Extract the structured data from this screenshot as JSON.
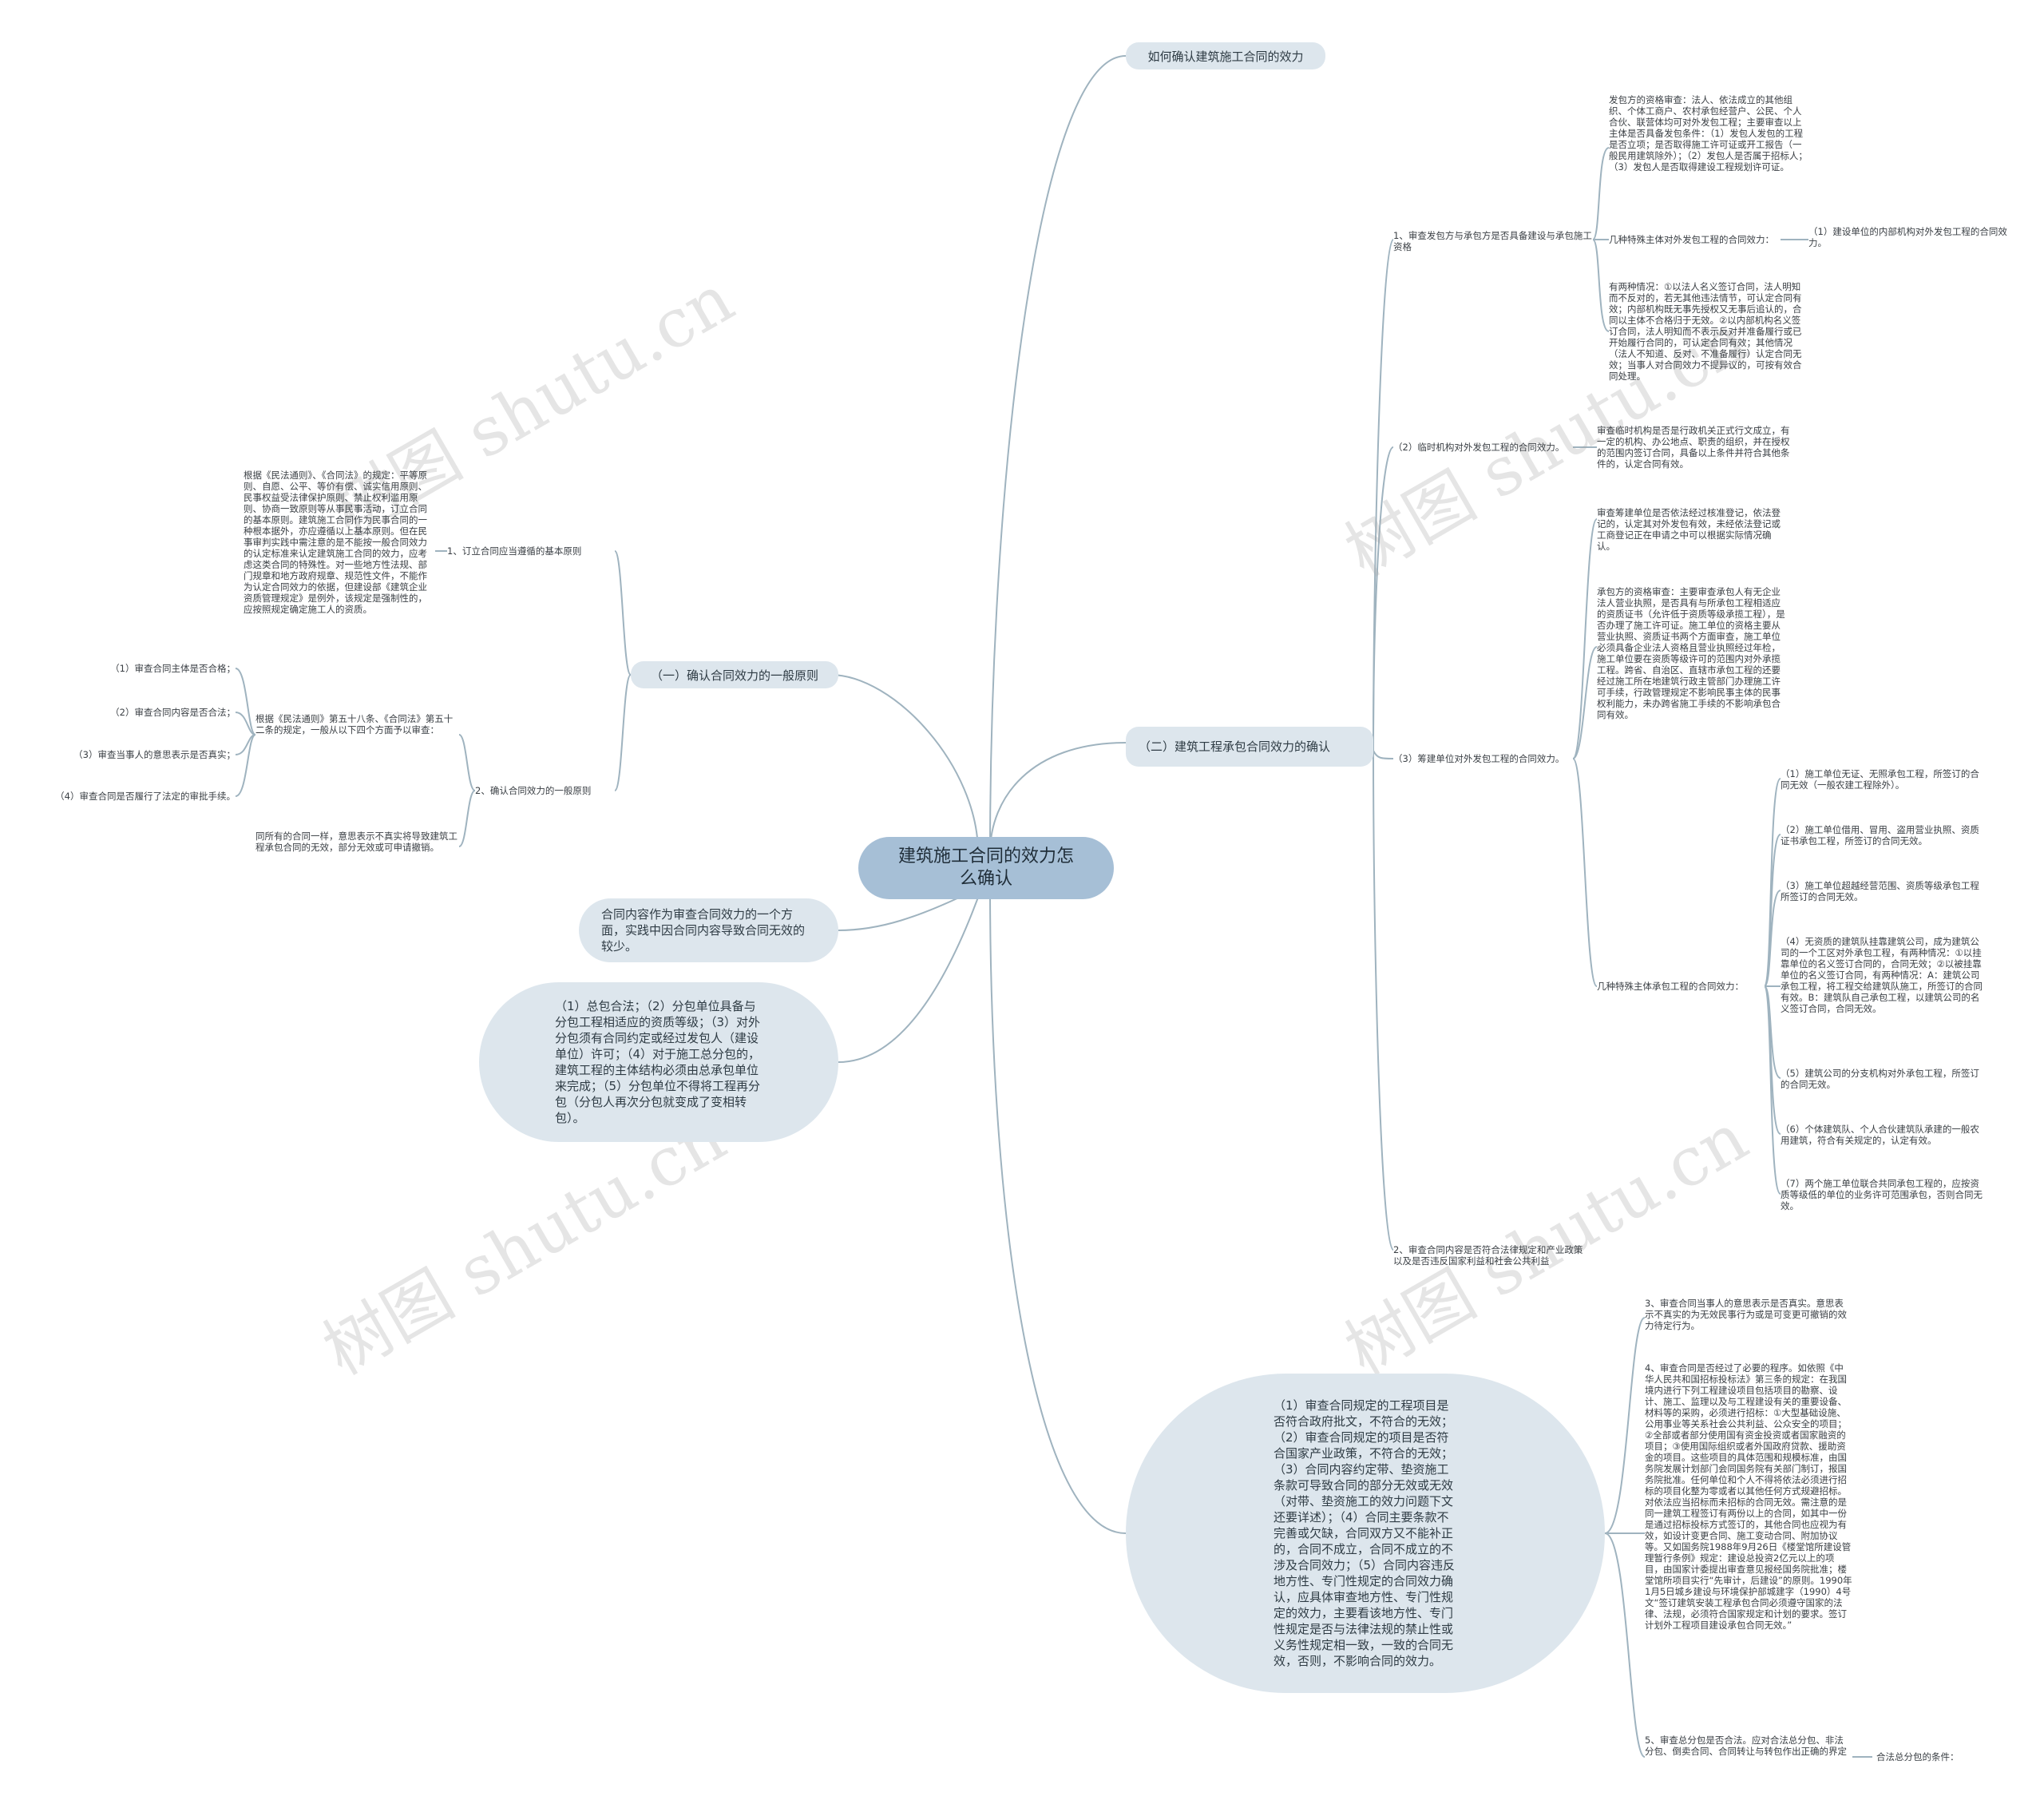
{
  "root": "建筑施工合同的效力怎么确认",
  "top_link": "如何确认建筑施工合同的效力",
  "right_branch": {
    "title": "（二）建筑工程承包合同效力的确认",
    "s1": {
      "label": "1、审查发包方与承包方是否具备建设与承包施工资格",
      "text_qual": "发包方的资格审查：法人、依法成立的其他组织、个体工商户、农村承包经营户、公民、个人合伙、联营体均可对外发包工程；主要审查以上主体是否具备发包条件：（1）发包人发包的工程是否立项；是否取得施工许可证或开工报告（一般民用建筑除外）；（2）发包人是否属于招标人；（3）发包人是否取得建设工程规划许可证。",
      "special_label": "几种特殊主体对外发包工程的合同效力：",
      "special_item": "（1）建设单位的内部机构对外发包工程的合同效力。",
      "special_text": "有两种情况：①以法人名义签订合同，法人明知而不反对的，若无其他违法情节，可认定合同有效；内部机构既无事先授权又无事后追认的，合同以主体不合格归于无效。②以内部机构名义签订合同，法人明知而不表示反对并准备履行或已开始履行合同的，可认定合同有效；其他情况（法人不知道、反对、不准备履行）认定合同无效；当事人对合同效力不提异议的，可按有效合同处理。"
    },
    "s2": {
      "label": "（2）临时机构对外发包工程的合同效力。",
      "text": "审查临时机构是否是行政机关正式行文成立，有一定的机构、办公地点、职责的组织，并在授权的范围内签订合同，具备以上条件并符合其他条件的，认定合同有效。"
    },
    "s3": {
      "label": "（3）筹建单位对外发包工程的合同效力。",
      "text_a": "审查筹建单位是否依法经过核准登记，依法登记的，认定其对外发包有效，未经依法登记或工商登记正在申请之中可以根据实际情况确认。",
      "text_b": "承包方的资格审查：主要审查承包人有无企业法人营业执照，是否具有与所承包工程相适应的资质证书（允许低于资质等级承揽工程），是否办理了施工许可证。施工单位的资格主要从营业执照、资质证书两个方面审查，施工单位必须具备企业法人资格且营业执照经过年检，施工单位要在资质等级许可的范围内对外承揽工程。跨省、自治区、直辖市承包工程的还要经过施工所在地建筑行政主管部门办理施工许可手续，行政管理规定不影响民事主体的民事权利能力，未办跨省施工手续的不影响承包合同有效。",
      "special_label": "几种特殊主体承包工程的合同效力：",
      "items": [
        "（1）施工单位无证、无照承包工程，所签订的合同无效（一般农建工程除外）。",
        "（2）施工单位借用、冒用、盗用营业执照、资质证书承包工程，所签订的合同无效。",
        "（3）施工单位超越经营范围、资质等级承包工程所签订的合同无效。",
        "（4）无资质的建筑队挂靠建筑公司，成为建筑公司的一个工区对外承包工程，有两种情况：①以挂靠单位的名义签订合同的，合同无效；②以被挂靠单位的名义签订合同，有两种情况：A：建筑公司承包工程，将工程交给建筑队施工，所签订的合同有效。B：建筑队自己承包工程，以建筑公司的名义签订合同，合同无效。",
        "（5）建筑公司的分支机构对外承包工程，所签订的合同无效。",
        "（6）个体建筑队、个人合伙建筑队承建的一般农用建筑，符合有关规定的，认定有效。",
        "（7）两个施工单位联合共同承包工程的，应按资质等级低的单位的业务许可范围承包，否则合同无效。"
      ]
    },
    "s4": {
      "label": "2、审查合同内容是否符合法律规定和产业政策以及是否违反国家利益和社会公共利益"
    }
  },
  "left_branch": {
    "title": "（一）确认合同效力的一般原则",
    "p1": {
      "label": "1、订立合同应当遵循的基本原则",
      "text": "根据《民法通则》、《合同法》的规定：平等原则、自愿、公平、等价有偿、诚实信用原则、民事权益受法律保护原则、禁止权利滥用原则、协商一致原则等从事民事活动，订立合同的基本原则。建筑施工合同作为民事合同的一种根本据外，亦应遵循以上基本原则。但在民事审判实践中需注意的是不能按一般合同效力的认定标准来认定建筑施工合同的效力，应考虑这类合同的特殊性。对一些地方性法规、部门规章和地方政府规章、规范性文件，不能作为认定合同效力的依据，但建设部《建筑企业资质管理规定》是例外，该规定是强制性的，应按照规定确定施工人的资质。"
    },
    "p2": {
      "label": "2、确认合同效力的一般原则",
      "text_a": "根据《民法通则》第五十八条、《合同法》第五十二条的规定，一般从以下四个方面予以审查：",
      "items": [
        "（1）审查合同主体是否合格；",
        "（2）审查合同内容是否合法；",
        "（3）审查当事人的意思表示是否真实；",
        "（4）审查合同是否履行了法定的审批手续。"
      ],
      "text_b": "同所有的合同一样，意思表示不真实将导致建筑工程承包合同的无效，部分无效或可申请撤销。"
    }
  },
  "mid_bubble": "合同内容作为审查合同效力的一个方面，实践中因合同内容导致合同无效的较少。",
  "left_bubble": "（1）总包合法；（2）分包单位具备与分包工程相适应的资质等级；（3）对外分包须有合同约定或经过发包人（建设单位）许可；（4）对于施工总分包的，建筑工程的主体结构必须由总承包单位来完成；（5）分包单位不得将工程再分包（分包人再次分包就变成了变相转包）。",
  "big_bubble": "（1）审查合同规定的工程项目是否符合政府批文，不符合的无效；（2）审查合同规定的项目是否符合国家产业政策，不符合的无效；（3）合同内容约定带、垫资施工条款可导致合同的部分无效或无效（对带、垫资施工的效力问题下文还要详述）；（4）合同主要条款不完善或欠缺，合同双方又不能补正的，合同不成立，合同不成立的不涉及合同效力；（5）合同内容违反地方性、专门性规定的合同效力确认，应具体审查地方性、专门性规定的效力，主要看该地方性、专门性规定是否与法律法规的禁止性或义务性规定相一致，一致的合同无效，否则，不影响合同的效力。",
  "bottom_right": {
    "t3": "3、审查合同当事人的意思表示是否真实。意思表示不真实的为无效民事行为或是可变更可撤销的效力待定行为。",
    "t4": "4、审查合同是否经过了必要的程序。如依照《中华人民共和国招标投标法》第三条的规定：在我国境内进行下列工程建设项目包括项目的勘察、设计、施工、监理以及与工程建设有关的重要设备、材料等的采购，必须进行招标：①大型基础设施、公用事业等关系社会公共利益、公众安全的项目；②全部或者部分使用国有资金投资或者国家融资的项目；③使用国际组织或者外国政府贷款、援助资金的项目。这些项目的具体范围和规模标准，由国务院发展计划部门会同国务院有关部门制订，报国务院批准。任何单位和个人不得将依法必须进行招标的项目化整为零或者以其他任何方式规避招标。对依法应当招标而未招标的合同无效。需注意的是同一建筑工程签订有两份以上的合同，如其中一份是通过招标投标方式签订的，其他合同也应视为有效，如设计变更合同、施工变动合同、附加协议等。又如国务院1988年9月26日《楼堂馆所建设管理暂行条例》规定：建设总投资2亿元以上的项目，由国家计委提出审查意见报经国务院批准；楼堂馆所项目实行“先审计，后建设”的原则。1990年1月5日城乡建设与环境保护部城建字（1990）4号文“签订建筑安装工程承包合同必须遵守国家的法律、法规，必须符合国家规定和计划的要求。签订计划外工程项目建设承包合同无效。”",
    "t5": "5、审查总分包是否合法。应对合法总分包、非法分包、倒卖合同、合同转让与转包作出正确的界定",
    "t5_child": "合法总分包的条件："
  },
  "watermarks": [
    "树图 shutu.cn",
    "树图 shutu.cn",
    "树图 shutu.cn",
    "树图 shutu.cn"
  ]
}
